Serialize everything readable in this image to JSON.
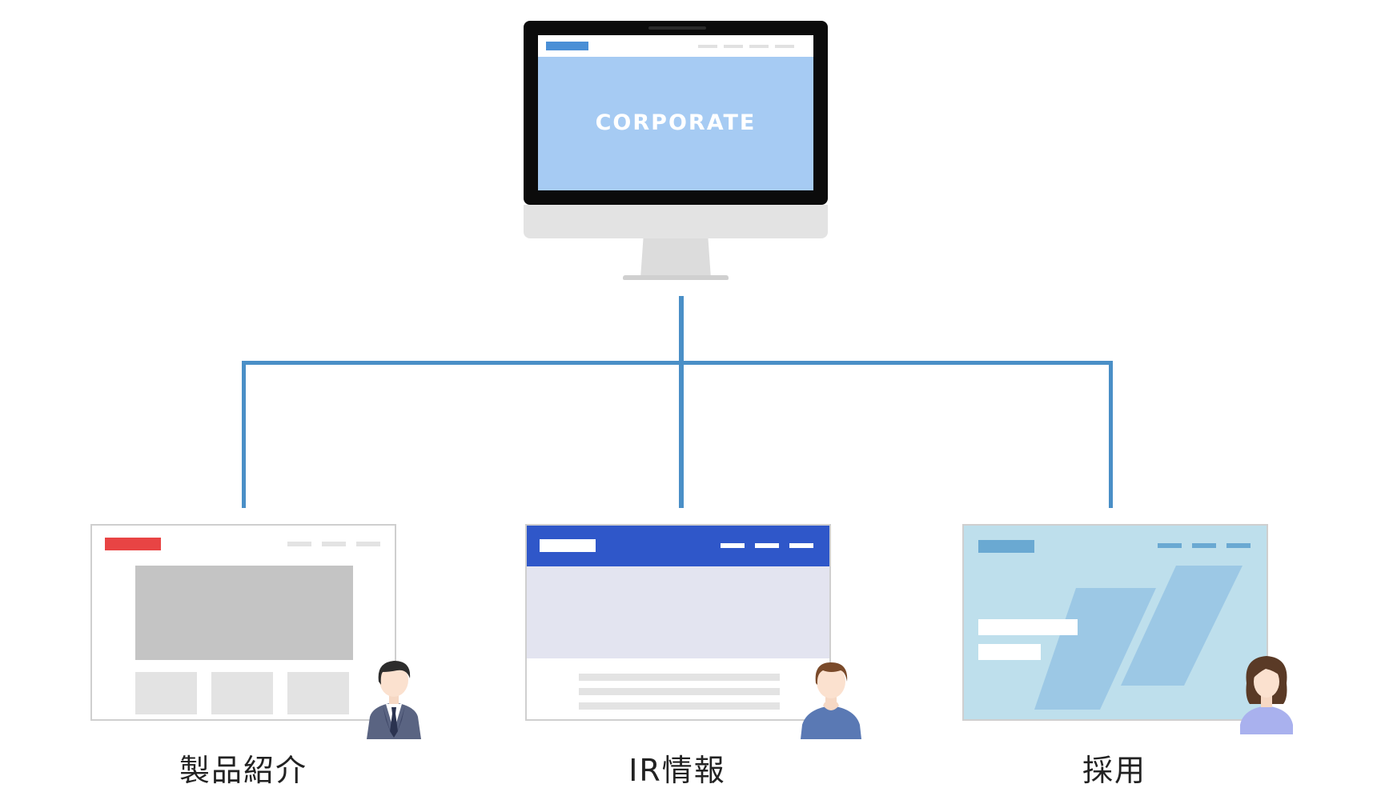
{
  "monitor": {
    "screen_title": "CORPORATE",
    "colors": {
      "screen": "#a6cbf3",
      "logo": "#4a8fd6",
      "bezel": "#0b0b0b"
    }
  },
  "connector_color": "#4a8fc7",
  "sites": [
    {
      "label": "製品紹介",
      "accent": "#e84444",
      "avatar": "businessman-icon"
    },
    {
      "label": "IR情報",
      "accent": "#2f57c9",
      "avatar": "man-icon"
    },
    {
      "label": "採用",
      "accent": "#6aa9d2",
      "avatar": "woman-icon"
    }
  ]
}
